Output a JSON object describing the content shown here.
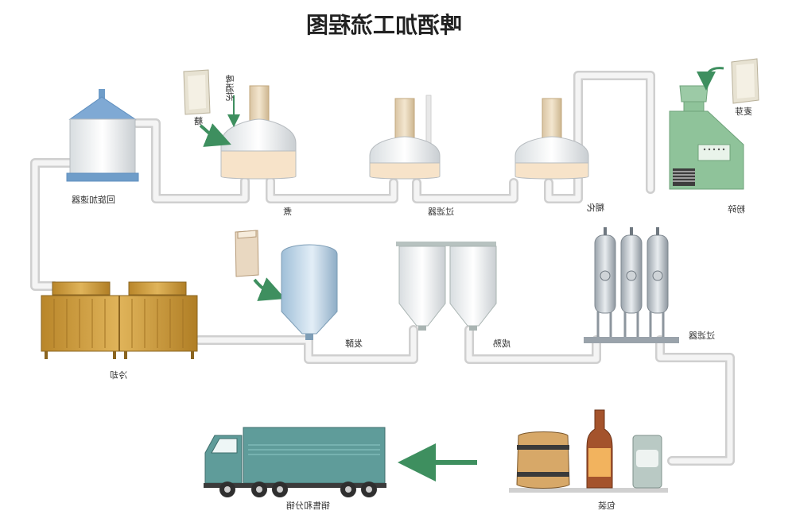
{
  "title": "啤酒加工流程图",
  "labels": {
    "maltmill": "粉碎",
    "malt": "麦芽",
    "mash": "糊化",
    "filter1": "过滤器",
    "boil": "煮",
    "hops": "啤酒花",
    "sugar": "糖",
    "whirlpool": "回旋加速器",
    "cooling": "冷却",
    "ferment": "发酵",
    "mature": "成熟",
    "filter2": "过滤器",
    "package": "包装",
    "sales": "销售和分销"
  },
  "colors": {
    "pipe": "#e6e6e6",
    "pipe_edge": "#c8c8c8",
    "green_arrow": "#3e8f5f",
    "mill": "#8fc39a",
    "tank_gold": "#c99a3a",
    "truck": "#5f9c9a"
  }
}
